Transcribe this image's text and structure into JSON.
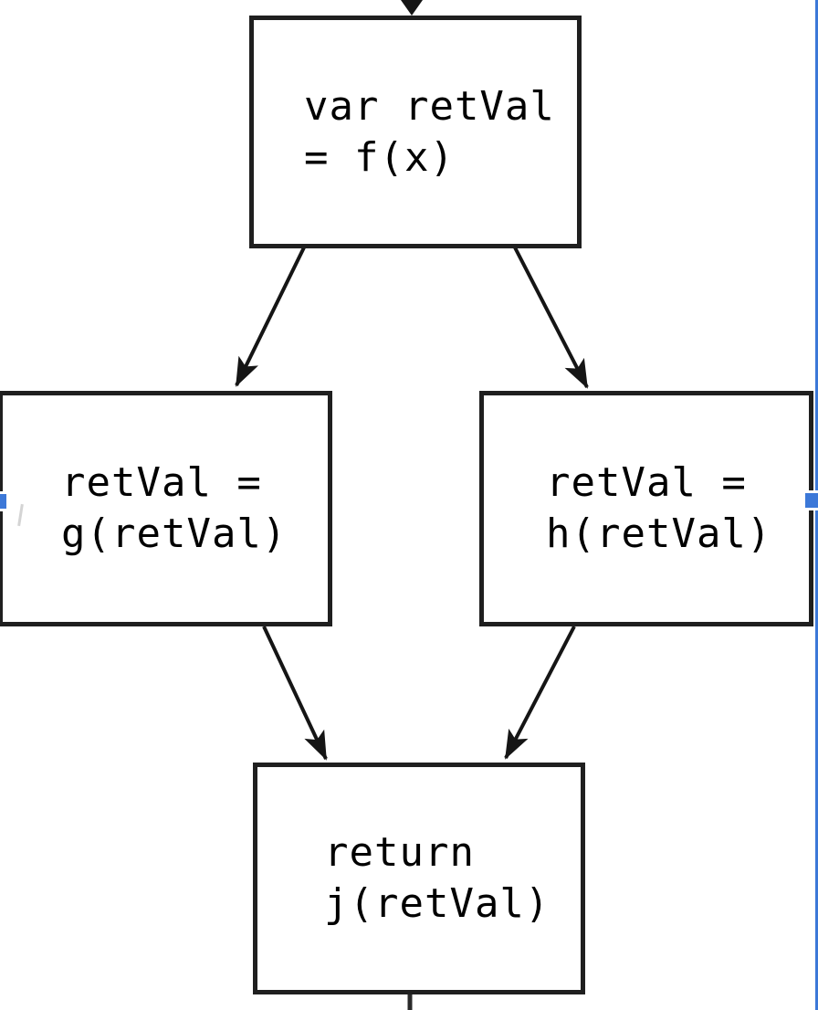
{
  "diagram": {
    "type": "flowchart",
    "colors": {
      "background": "#ffffff",
      "node_border": "#1f1f1f",
      "node_fill": "#ffffff",
      "text": "#000000",
      "edge": "#151515",
      "selection_blue": "#3c78d8",
      "handle_outline": "#ffffff"
    },
    "nodes": [
      {
        "id": "assign-f",
        "line1": "var retVal",
        "line2": "= f(x)"
      },
      {
        "id": "assign-g",
        "line1": "retVal =",
        "line2": "g(retVal)"
      },
      {
        "id": "assign-h",
        "line1": "retVal =",
        "line2": "h(retVal)"
      },
      {
        "id": "return-j",
        "line1": "return",
        "line2": "j(retVal)"
      }
    ],
    "edges": [
      {
        "from": "offscreen-top",
        "to": "assign-f"
      },
      {
        "from": "assign-f",
        "to": "assign-g"
      },
      {
        "from": "assign-f",
        "to": "assign-h"
      },
      {
        "from": "assign-g",
        "to": "return-j"
      },
      {
        "from": "assign-h",
        "to": "return-j"
      },
      {
        "from": "return-j",
        "to": "offscreen-bottom"
      }
    ]
  }
}
